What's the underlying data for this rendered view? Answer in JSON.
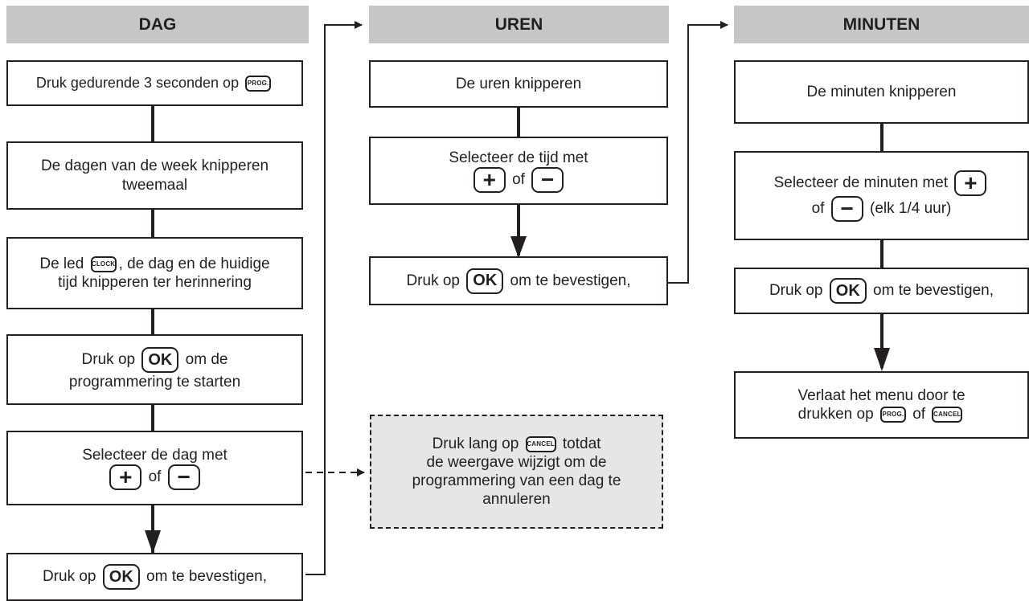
{
  "headers": {
    "dag": "DAG",
    "uren": "UREN",
    "minuten": "MINUTEN"
  },
  "dag": {
    "step1": {
      "text": "Druk gedurende 3 seconden op",
      "button": "PROG."
    },
    "step2": {
      "line1": "De dagen van de week knipperen",
      "line2": "tweemaal"
    },
    "step3": {
      "before": "De led",
      "button": "CLOCK",
      "after": ", de dag en de huidige",
      "line2": "tijd knipperen ter herinnering"
    },
    "step4": {
      "before": "Druk op",
      "button": "OK",
      "after": "om de",
      "line2": "programmering te starten"
    },
    "step5": {
      "line1": "Selecteer de dag met",
      "plus": "+",
      "of": "of",
      "minus": "−"
    },
    "step6": {
      "before": "Druk op",
      "button": "OK",
      "after": "om te bevestigen,"
    }
  },
  "uren": {
    "step1": {
      "text": "De uren knipperen"
    },
    "step2": {
      "line1": "Selecteer de tijd met",
      "plus": "+",
      "of": "of",
      "minus": "−"
    },
    "step3": {
      "before": "Druk op",
      "button": "OK",
      "after": "om te bevestigen,"
    }
  },
  "cancel_note": {
    "before": "Druk lang op",
    "button": "CANCEL",
    "after": "totdat",
    "line2": "de weergave wijzigt om de",
    "line3": "programmering van een dag te",
    "line4": "annuleren"
  },
  "minuten": {
    "step1": {
      "text": "De minuten knipperen"
    },
    "step2": {
      "line1": "Selecteer de minuten met",
      "plus": "+",
      "of": "of",
      "minus": "−",
      "after": "(elk 1/4 uur)"
    },
    "step3": {
      "before": "Druk op",
      "button": "OK",
      "after": "om te bevestigen,"
    },
    "step4": {
      "line1": "Verlaat het menu door te",
      "before": "drukken op",
      "button1": "PROG.",
      "of": "of",
      "button2": "CANCEL"
    }
  }
}
